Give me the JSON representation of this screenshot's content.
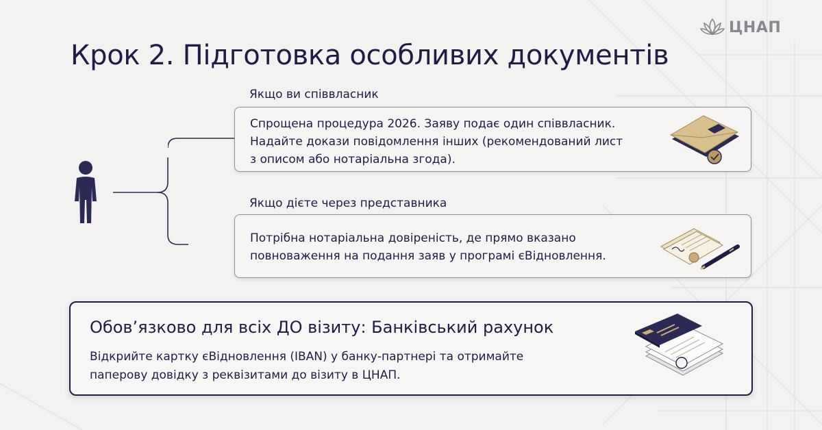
{
  "logo": {
    "text": "ЦНАП",
    "icon": "lotus-icon"
  },
  "title": "Крок 2. Підготовка особливих документів",
  "person_icon": "person-icon",
  "branches": [
    {
      "label": "Якщо ви співвласник",
      "lines": [
        "Спрощена процедура 2026. Заяву подає один співвласник.",
        "Надайте докази повідомлення інших (рекомендований лист",
        "з описом або нотаріальна згода)."
      ],
      "icon": "envelope-seal-icon"
    },
    {
      "label": "Якщо дієте через представника",
      "lines": [
        "Потрібна нотаріальна довіреність, де прямо вказано",
        "повноваження на подання заяв у програмі єВідновлення."
      ],
      "icon": "document-pen-icon"
    }
  ],
  "mandatory": {
    "title": "Обов’язково для всіх ДО візиту: Банківський рахунок",
    "lines": [
      "Відкрийте картку єВідновлення (IBAN) у банку-партнері та отримайте",
      "паперову довідку з реквізитами до візиту в ЦНАП."
    ],
    "icon": "bank-card-documents-icon"
  },
  "colors": {
    "navy": "#1e1d45",
    "background": "#f3f2f0",
    "gold": "#c9ad7a"
  }
}
